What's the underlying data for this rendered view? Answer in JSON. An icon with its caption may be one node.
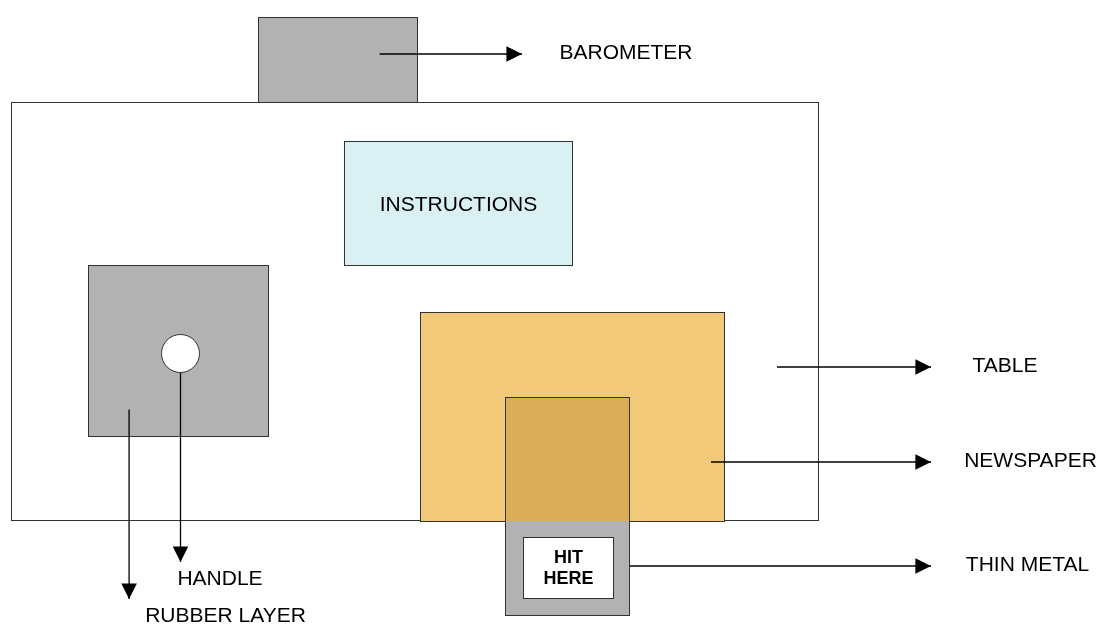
{
  "diagram": {
    "nodes": [
      {
        "text": [],
        "shape": "box"
      },
      {
        "text": [
          "BAROMETER"
        ]
      },
      {
        "text": [],
        "shape": "box"
      },
      {
        "text": [
          "INSTRUCTIONS"
        ],
        "in": 2
      },
      {
        "text": [],
        "shape": "box",
        "in": 2
      },
      {
        "text": [],
        "shape": "circle",
        "in": 4
      },
      {
        "text": [],
        "shape": "box",
        "in": 2
      },
      {
        "text": [],
        "shape": "box"
      },
      {
        "text": [
          "HIT HERE"
        ],
        "in": 7
      },
      {
        "text": [
          "TABLE"
        ]
      },
      {
        "text": [
          "NEWSPAPER"
        ]
      },
      {
        "text": [
          "THIN METAL"
        ]
      },
      {
        "text": [
          "HANDLE"
        ]
      },
      {
        "text": [
          "RUBBER LAYER"
        ]
      }
    ],
    "edges": [
      {
        "from": 0,
        "to": 1,
        "arrow": "to"
      },
      {
        "from": 2,
        "to": 9,
        "arrow": "to"
      },
      {
        "from": 6,
        "to": 10,
        "arrow": "to"
      },
      {
        "from": 7,
        "to": 11,
        "arrow": "to"
      },
      {
        "from": 5,
        "to": 12,
        "arrow": "to"
      },
      {
        "from": 4,
        "to": 13,
        "arrow": "to"
      }
    ]
  }
}
